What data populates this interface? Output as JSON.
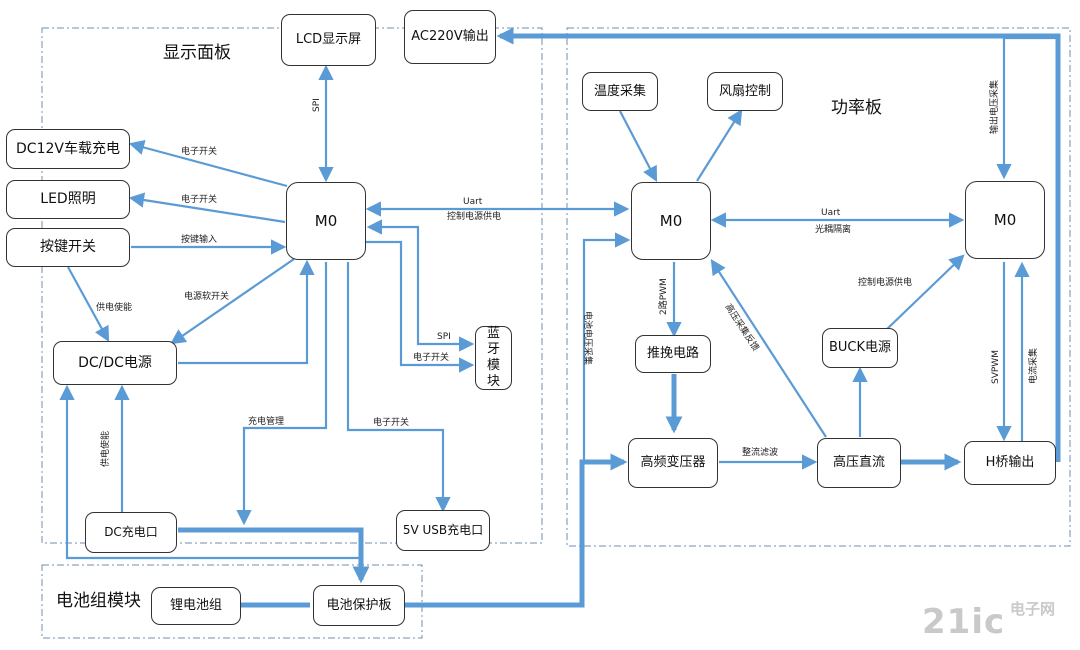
{
  "regions": {
    "display": "显示面板",
    "power": "功率板",
    "battery": "电池组模块"
  },
  "boxes": {
    "lcd": "LCD显示屏",
    "ac220": "AC220V输出",
    "dc12v": "DC12V车载充电",
    "led": "LED照明",
    "key": "按键开关",
    "dcdc": "DC/DC电源",
    "m0_display": "M0",
    "bluetooth": "蓝牙模块",
    "dc_charge": "DC充电口",
    "usb": "5V USB充电口",
    "temp": "温度采集",
    "fan": "风扇控制",
    "m0_power": "M0",
    "m0_right": "M0",
    "push_pull": "推挽电路",
    "hf_transformer": "高频变压器",
    "hv_dc": "高压直流",
    "h_bridge": "H桥输出",
    "buck": "BUCK电源",
    "li_battery": "锂电池组",
    "bat_protect": "电池保护板"
  },
  "labels": {
    "spi_lcd": "SPI",
    "esw_dc12": "电子开关",
    "esw_led": "电子开关",
    "key_input": "按键输入",
    "supply_en1": "供电使能",
    "soft_sw": "电源软开关",
    "uart1": "Uart",
    "ctrl_supply1": "控制电源供电",
    "spi_bt": "SPI",
    "esw_bt": "电子开关",
    "charge_mgmt": "充电管理",
    "esw_usb": "电子开关",
    "supply_en2": "供电使能",
    "bat_vi": "电池电压采集",
    "pwm2": "2路PWM",
    "hv_sense": "高压采集反馈",
    "uart2": "Uart",
    "opt_iso": "光耦隔离",
    "ctrl_supply2": "控制电源供电",
    "rect": "整流滤波",
    "out_v": "输出电压采集",
    "spwm": "SVPWM",
    "cur": "电流采集"
  },
  "watermark": {
    "logo": "21ic",
    "site": "电子网"
  },
  "colors": {
    "arrow": "#5b9bd5",
    "region_border": "#6f8fb0",
    "box_border": "#333333"
  }
}
